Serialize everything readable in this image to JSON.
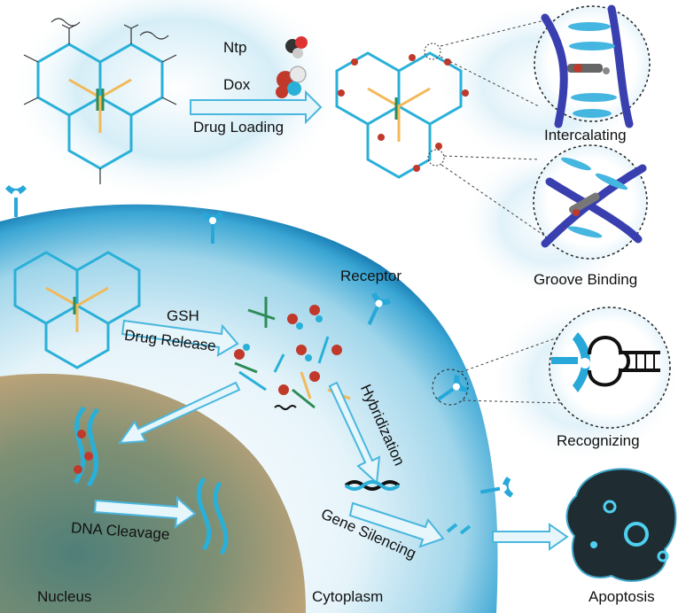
{
  "labels": {
    "ntp": "Ntp",
    "dox": "Dox",
    "drug_loading": "Drug Loading",
    "intercalating": "Intercalating",
    "groove_binding": "Groove Binding",
    "receptor": "Receptor",
    "gsh": "GSH",
    "drug_release": "Drug Release",
    "hybridization": "Hybridization",
    "recognizing": "Recognizing",
    "dna_cleavage": "DNA Cleavage",
    "gene_silencing": "Gene Silencing",
    "nucleus": "Nucleus",
    "cytoplasm": "Cytoplasm",
    "apoptosis": "Apoptosis"
  },
  "colors": {
    "dna_strand": "#2ab0d8",
    "core_yellow": "#f2b95a",
    "core_green": "#2e8b57",
    "cell_edge": "#1d8fc6",
    "nucleus": "#7a8a6a",
    "helix": "#3a3fb0",
    "arrow": "#5ec0e0"
  },
  "icons": [
    "dna-nanostructure-icon",
    "drug-molecule-icon",
    "double-helix-icon",
    "receptor-icon",
    "hairpin-icon",
    "apoptotic-cell-icon"
  ]
}
